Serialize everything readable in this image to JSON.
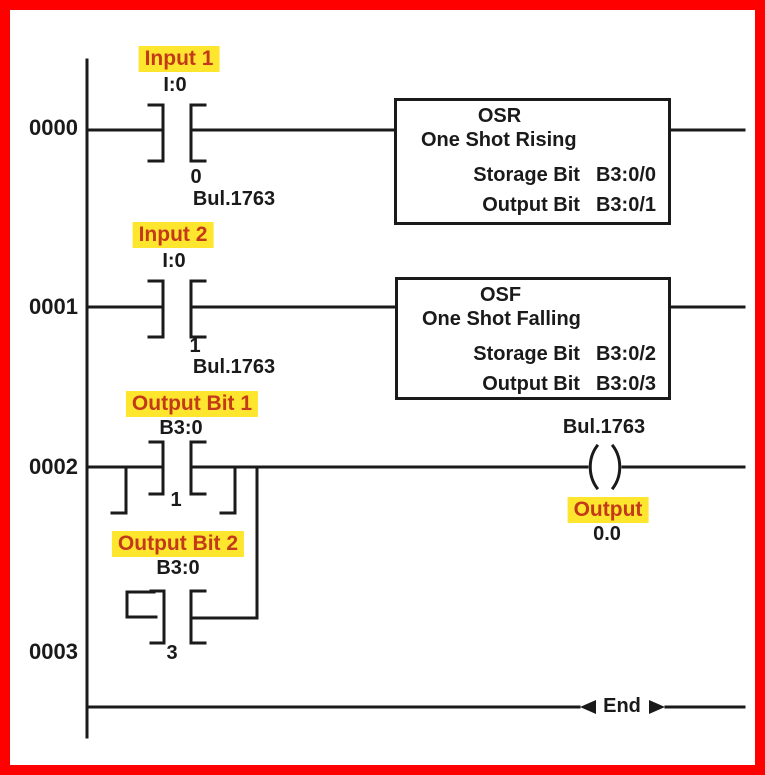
{
  "colors": {
    "frame": "#fe0000",
    "wire": "#1a1a1a",
    "highlight_bg": "#ffe62e",
    "highlight_text": "#c23a1a",
    "background": "#ffffff"
  },
  "rungs": [
    {
      "number": "0000",
      "contact": {
        "label": "Input 1",
        "address": "I:0",
        "bit": "0",
        "catalog": "Bul.1763"
      },
      "instruction": {
        "mnemonic": "OSR",
        "name": "One Shot Rising",
        "params": [
          {
            "name": "Storage Bit",
            "value": "B3:0/0"
          },
          {
            "name": "Output Bit",
            "value": "B3:0/1"
          }
        ]
      }
    },
    {
      "number": "0001",
      "contact": {
        "label": "Input 2",
        "address": "I:0",
        "bit": "1",
        "catalog": "Bul.1763"
      },
      "instruction": {
        "mnemonic": "OSF",
        "name": "One Shot Falling",
        "params": [
          {
            "name": "Storage Bit",
            "value": "B3:0/2"
          },
          {
            "name": "Output Bit",
            "value": "B3:0/3"
          }
        ]
      }
    },
    {
      "number": "0002",
      "contact": {
        "label": "Output Bit 1",
        "address": "B3:0",
        "bit": "1"
      },
      "branch_contact": {
        "label": "Output Bit 2",
        "address": "B3:0",
        "bit": "3"
      },
      "coil": {
        "catalog": "Bul.1763",
        "label": "Output",
        "address": "0.0"
      }
    },
    {
      "number": "0003",
      "end_marker": "End"
    }
  ]
}
